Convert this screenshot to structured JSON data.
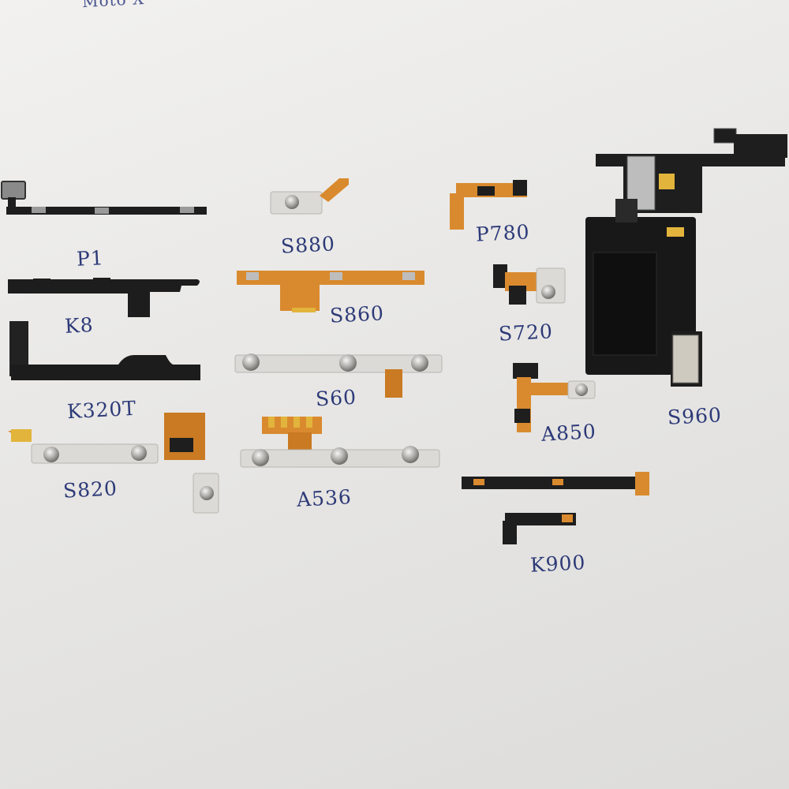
{
  "header_scribble": "Moto X",
  "parts": [
    {
      "id": "p1",
      "label": "P1"
    },
    {
      "id": "k8",
      "label": "K8"
    },
    {
      "id": "k320t",
      "label": "K320T"
    },
    {
      "id": "s820",
      "label": "S820"
    },
    {
      "id": "s880",
      "label": "S880"
    },
    {
      "id": "s860",
      "label": "S860"
    },
    {
      "id": "s60",
      "label": "S60"
    },
    {
      "id": "a536",
      "label": "A536"
    },
    {
      "id": "p780",
      "label": "P780"
    },
    {
      "id": "s720",
      "label": "S720"
    },
    {
      "id": "a850",
      "label": "A850"
    },
    {
      "id": "k900",
      "label": "K900"
    },
    {
      "id": "s960",
      "label": "S960"
    }
  ],
  "colors": {
    "background": "#ebeae8",
    "black_flex": "#1e1e1f",
    "orange_flex": "#d98a2e",
    "gold_contacts": "#e2b43c",
    "metal_plate": "#dcdad6",
    "ink": "#2d3a78"
  }
}
